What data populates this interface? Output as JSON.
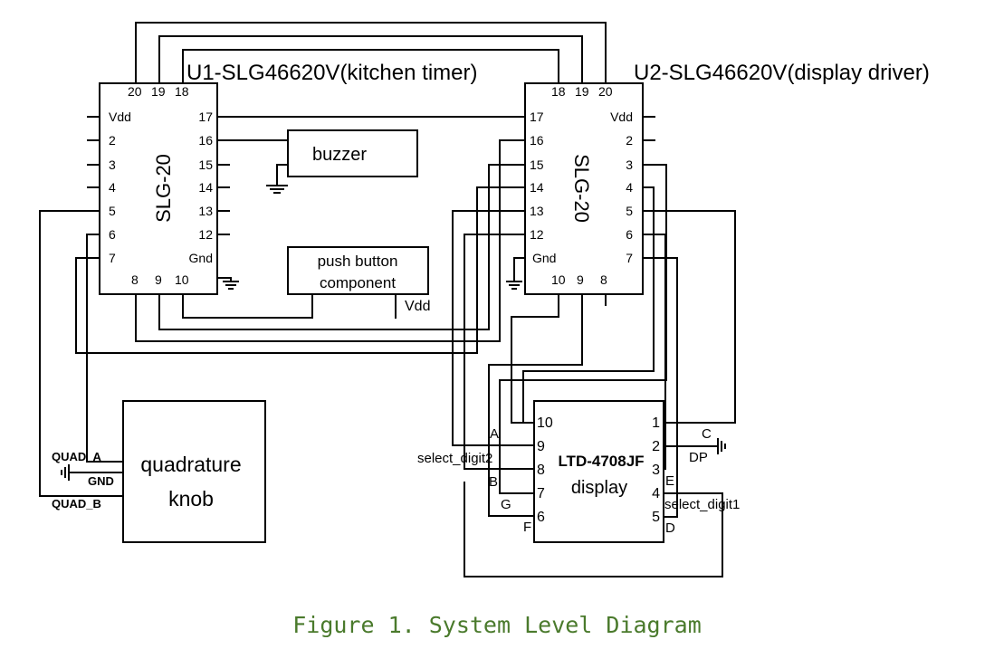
{
  "caption": "Figure 1. System Level Diagram",
  "u1": {
    "title": "U1-SLG46620V(kitchen timer)",
    "chip": "SLG-20",
    "pins": {
      "vdd": "Vdd",
      "p2": "2",
      "p3": "3",
      "p4": "4",
      "p5": "5",
      "p6": "6",
      "p7": "7",
      "p8": "8",
      "p9": "9",
      "p10": "10",
      "gnd": "Gnd",
      "p12": "12",
      "p13": "13",
      "p14": "14",
      "p15": "15",
      "p16": "16",
      "p17": "17",
      "p18": "18",
      "p19": "19",
      "p20": "20"
    }
  },
  "u2": {
    "title": "U2-SLG46620V(display driver)",
    "chip": "SLG-20",
    "pins": {
      "vdd": "Vdd",
      "p2": "2",
      "p3": "3",
      "p4": "4",
      "p5": "5",
      "p6": "6",
      "p7": "7",
      "p8": "8",
      "p9": "9",
      "p10": "10",
      "gnd": "Gnd",
      "p12": "12",
      "p13": "13",
      "p14": "14",
      "p15": "15",
      "p16": "16",
      "p17": "17",
      "p18": "18",
      "p19": "19",
      "p20": "20"
    }
  },
  "buzzer": "buzzer",
  "push_button": {
    "line1": "push button",
    "line2": "component"
  },
  "vdd_label": "Vdd",
  "knob": {
    "line1": "quadrature",
    "line2": "knob",
    "quad_a": "QUAD_A",
    "gnd": "GND",
    "quad_b": "QUAD_B"
  },
  "display": {
    "line1": "LTD-4708JF",
    "line2": "display",
    "pins": {
      "p1": "1",
      "p2": "2",
      "p3": "3",
      "p4": "4",
      "p5": "5",
      "p6": "6",
      "p7": "7",
      "p8": "8",
      "p9": "9",
      "p10": "10"
    },
    "signals": {
      "a": "A",
      "b": "B",
      "c": "C",
      "d": "D",
      "e": "E",
      "f": "F",
      "g": "G",
      "dp": "DP",
      "sel1": "select_digit1",
      "sel2": "select_digit2"
    }
  }
}
